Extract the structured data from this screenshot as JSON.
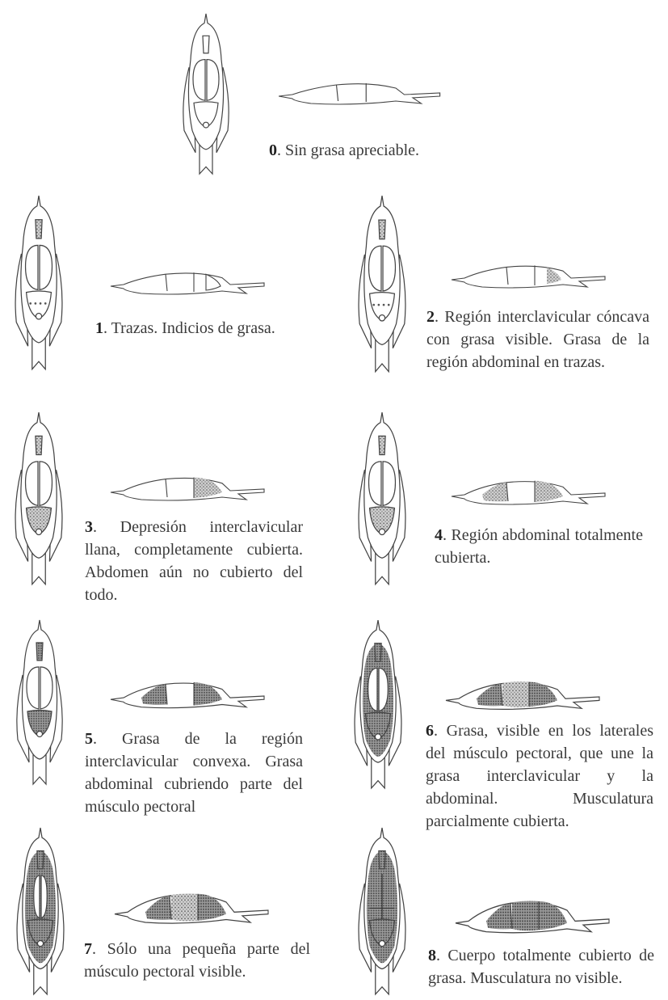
{
  "stages": [
    {
      "num": "0",
      "text": ". Sin grasa apreciable.",
      "front_level": 0,
      "side_level": 0
    },
    {
      "num": "1",
      "text": ". Trazas. Indicios de grasa.",
      "front_level": 1,
      "side_level": 1
    },
    {
      "num": "2",
      "text": ". Región interclavicular cóncava con grasa visible. Grasa de la región abdominal en trazas.",
      "front_level": 2,
      "side_level": 2
    },
    {
      "num": "3",
      "text": ". Depresión interclavicular llana, completamente cubierta. Abdomen aún no cubierto del todo.",
      "front_level": 3,
      "side_level": 3
    },
    {
      "num": "4",
      "text": ". Región abdominal totalmente cubierta.",
      "front_level": 4,
      "side_level": 4
    },
    {
      "num": "5",
      "text": ". Grasa de la región interclavicular convexa. Grasa abdominal cubriendo parte del músculo pectoral",
      "front_level": 5,
      "side_level": 5
    },
    {
      "num": "6",
      "text": ". Grasa, visible en los laterales del músculo pectoral, que une la grasa interclavicular y la abdominal. Musculatura parcialmente cubierta.",
      "front_level": 6,
      "side_level": 6
    },
    {
      "num": "7",
      "text": ". Sólo una pequeña parte del músculo pectoral visible.",
      "front_level": 7,
      "side_level": 7
    },
    {
      "num": "8",
      "text": ". Cuerpo totalmente cubierto de grasa. Musculatura no visible.",
      "front_level": 8,
      "side_level": 8
    }
  ],
  "colors": {
    "outline": "#444444",
    "fat": "#9a9a9a",
    "fat_dense": "#6e6e6e",
    "body": "#ffffff"
  }
}
